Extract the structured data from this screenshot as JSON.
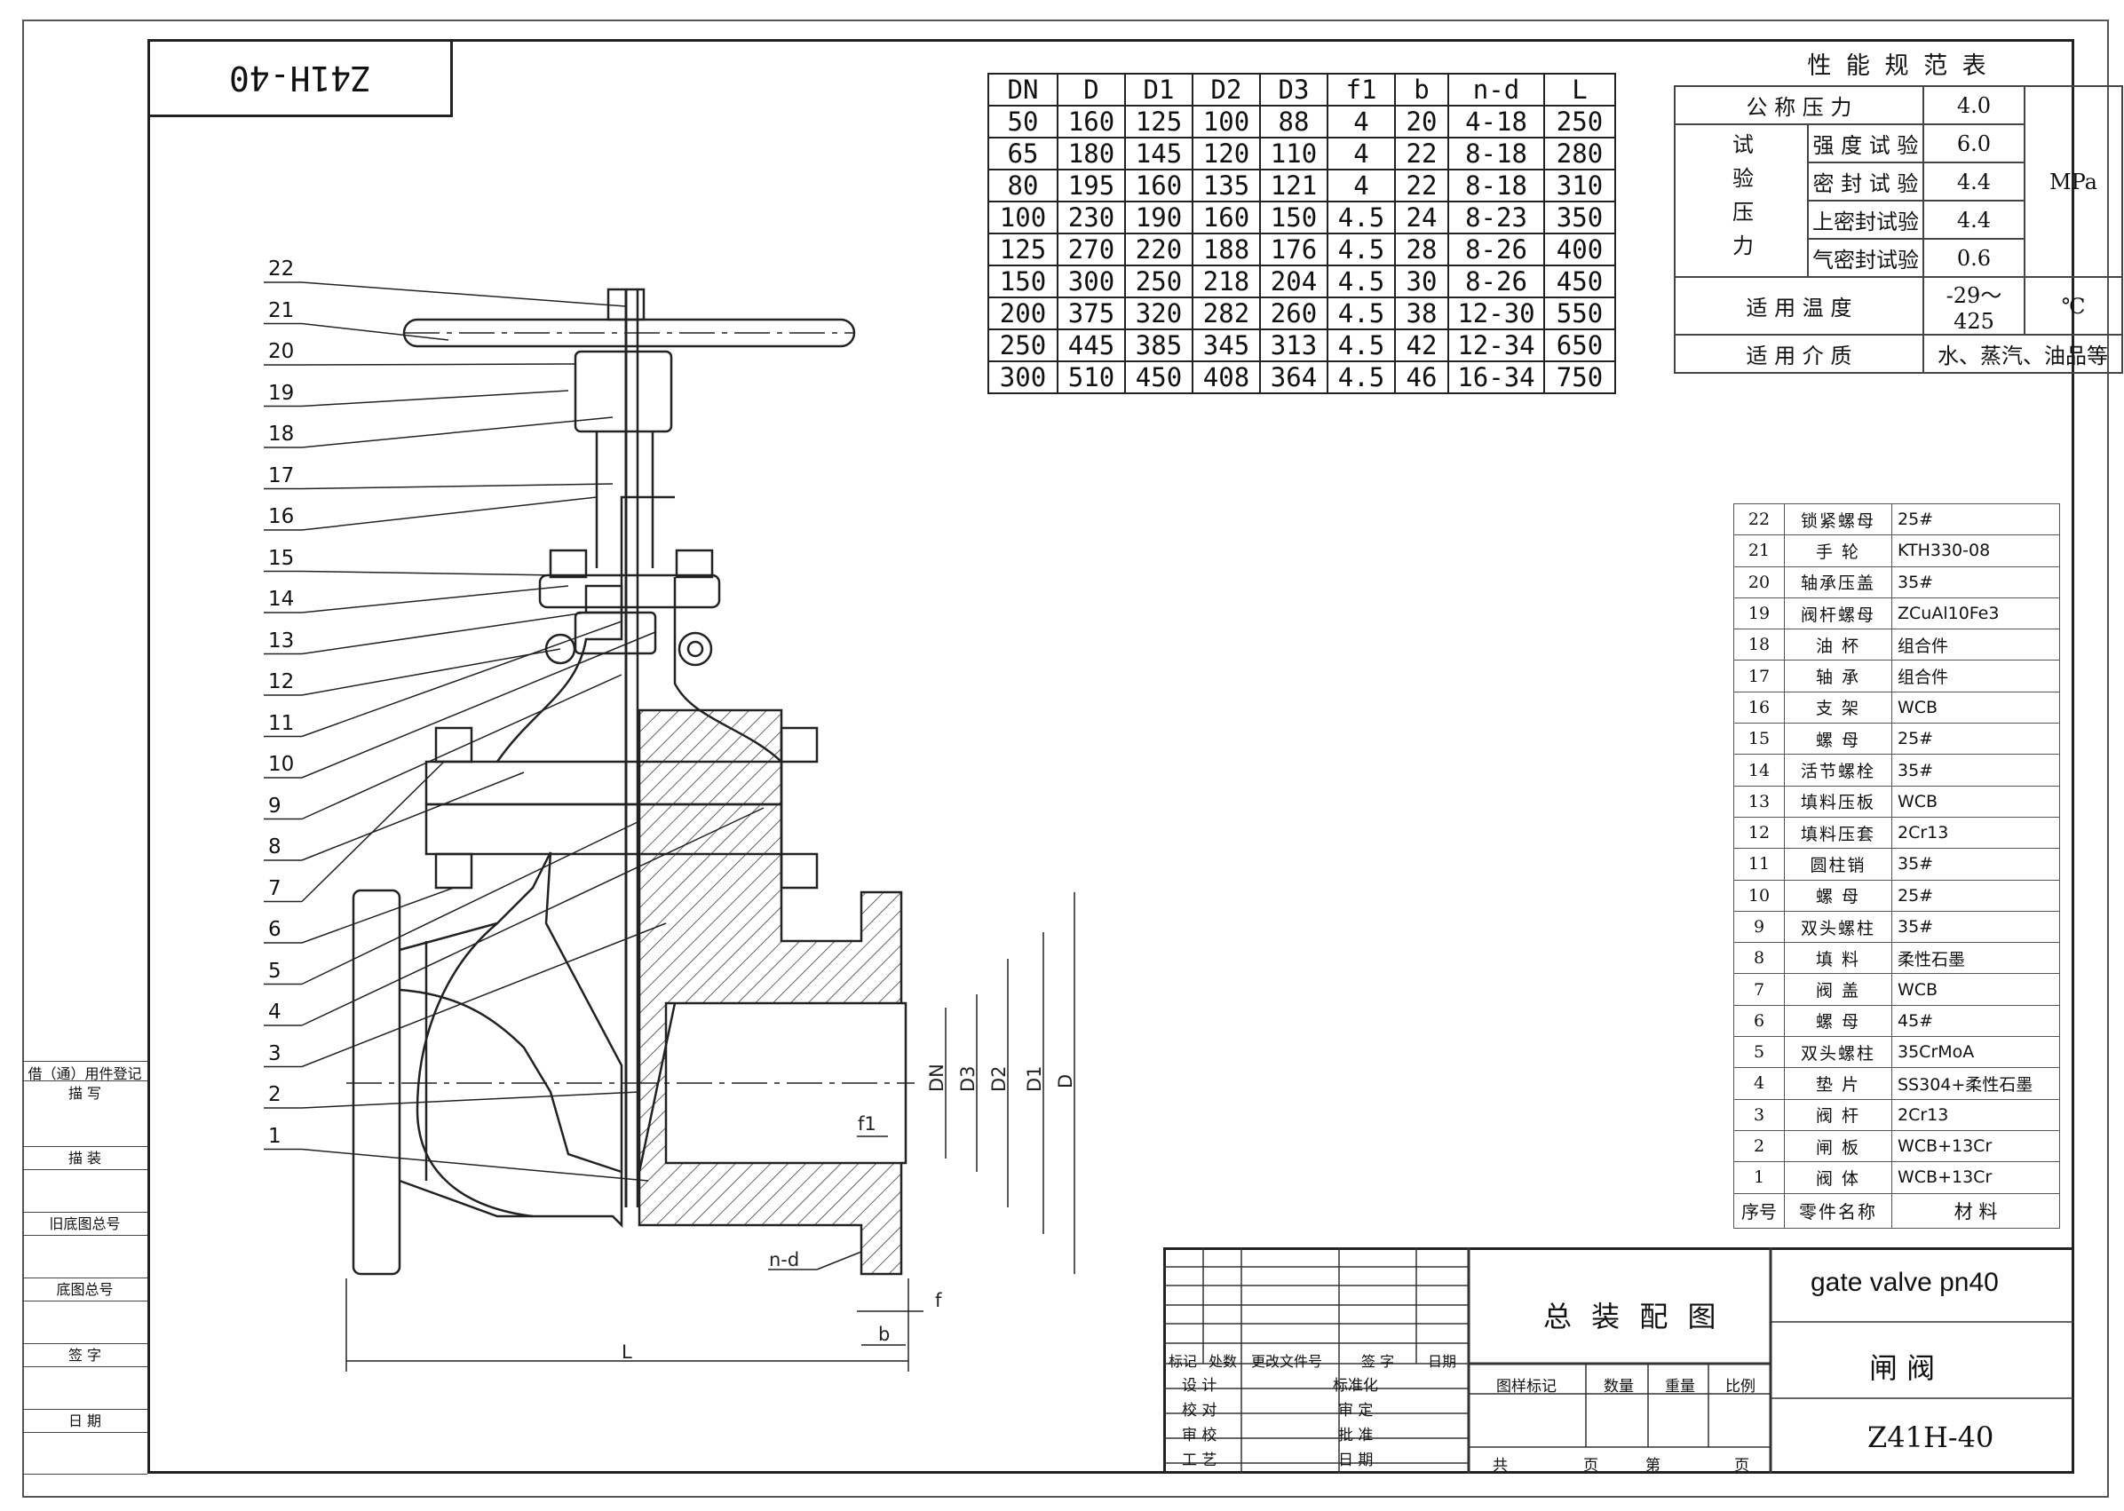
{
  "drawing_code": "Z41H-40",
  "dimension_table": {
    "headers": [
      "DN",
      "D",
      "D1",
      "D2",
      "D3",
      "f1",
      "b",
      "n-d",
      "L"
    ],
    "rows": [
      [
        "50",
        "160",
        "125",
        "100",
        "88",
        "4",
        "20",
        "4-18",
        "250"
      ],
      [
        "65",
        "180",
        "145",
        "120",
        "110",
        "4",
        "22",
        "8-18",
        "280"
      ],
      [
        "80",
        "195",
        "160",
        "135",
        "121",
        "4",
        "22",
        "8-18",
        "310"
      ],
      [
        "100",
        "230",
        "190",
        "160",
        "150",
        "4.5",
        "24",
        "8-23",
        "350"
      ],
      [
        "125",
        "270",
        "220",
        "188",
        "176",
        "4.5",
        "28",
        "8-26",
        "400"
      ],
      [
        "150",
        "300",
        "250",
        "218",
        "204",
        "4.5",
        "30",
        "8-26",
        "450"
      ],
      [
        "200",
        "375",
        "320",
        "282",
        "260",
        "4.5",
        "38",
        "12-30",
        "550"
      ],
      [
        "250",
        "445",
        "385",
        "345",
        "313",
        "4.5",
        "42",
        "12-34",
        "650"
      ],
      [
        "300",
        "510",
        "450",
        "408",
        "364",
        "4.5",
        "46",
        "16-34",
        "750"
      ]
    ]
  },
  "performance_table": {
    "title": "性 能 规 范 表",
    "nominal_pressure_label": "公 称 压 力",
    "nominal_pressure_value": "4.0",
    "test_pressure_label": "试验压力",
    "tests": [
      {
        "name": "强 度 试 验",
        "value": "6.0"
      },
      {
        "name": "密 封 试 验",
        "value": "4.4"
      },
      {
        "name": "上密封试验",
        "value": "4.4"
      },
      {
        "name": "气密封试验",
        "value": "0.6"
      }
    ],
    "unit": "MPa",
    "temp_label": "适 用 温 度",
    "temp_value": "-29～425",
    "temp_unit": "℃",
    "medium_label": "适 用 介 质",
    "medium_value": "水、蒸汽、油品等"
  },
  "bom": {
    "parts": [
      {
        "no": "22",
        "name": "锁紧螺母",
        "material": "25#"
      },
      {
        "no": "21",
        "name": "手  轮",
        "material": "KTH330-08"
      },
      {
        "no": "20",
        "name": "轴承压盖",
        "material": "35#"
      },
      {
        "no": "19",
        "name": "阀杆螺母",
        "material": "ZCuAl10Fe3"
      },
      {
        "no": "18",
        "name": "油  杯",
        "material": "组合件"
      },
      {
        "no": "17",
        "name": "轴  承",
        "material": "组合件"
      },
      {
        "no": "16",
        "name": "支  架",
        "material": "WCB"
      },
      {
        "no": "15",
        "name": "螺  母",
        "material": "25#"
      },
      {
        "no": "14",
        "name": "活节螺栓",
        "material": "35#"
      },
      {
        "no": "13",
        "name": "填料压板",
        "material": "WCB"
      },
      {
        "no": "12",
        "name": "填料压套",
        "material": "2Cr13"
      },
      {
        "no": "11",
        "name": "圆柱销",
        "material": "35#"
      },
      {
        "no": "10",
        "name": "螺  母",
        "material": "25#"
      },
      {
        "no": "9",
        "name": "双头螺柱",
        "material": "35#"
      },
      {
        "no": "8",
        "name": "填  料",
        "material": "柔性石墨"
      },
      {
        "no": "7",
        "name": "阀  盖",
        "material": "WCB"
      },
      {
        "no": "6",
        "name": "螺  母",
        "material": "45#"
      },
      {
        "no": "5",
        "name": "双头螺柱",
        "material": "35CrMoA"
      },
      {
        "no": "4",
        "name": "垫  片",
        "material": "SS304+柔性石墨"
      },
      {
        "no": "3",
        "name": "阀  杆",
        "material": "2Cr13"
      },
      {
        "no": "2",
        "name": "闸  板",
        "material": "WCB+13Cr"
      },
      {
        "no": "1",
        "name": "阀  体",
        "material": "WCB+13Cr"
      }
    ],
    "header_no": "序号",
    "header_name": "零件名称",
    "header_material": "材      料"
  },
  "registration_column": [
    "借（通）用件登记",
    "描    写",
    "描    装",
    "旧底图总号",
    "底图总号",
    "签    字",
    "日    期"
  ],
  "title_block": {
    "assembly_title": "总 装 配 图",
    "english_name": "gate valve pn40",
    "cn_name": "闸      阀",
    "model": "Z41H-40",
    "revision_headers": [
      "标记",
      "处数",
      "更改文件号",
      "签 字",
      "日期"
    ],
    "sign_left": [
      "设 计",
      "校 对",
      "审 校",
      "工 艺"
    ],
    "sign_right": [
      "标准化",
      "审 定",
      "批 准",
      "日 期"
    ],
    "mark_headers": [
      "图样标记",
      "数量",
      "重量",
      "比例"
    ],
    "sheet_total": "共",
    "sheet_unit1": "页",
    "sheet_no": "第",
    "sheet_unit2": "页"
  },
  "callouts": [
    "22",
    "21",
    "20",
    "19",
    "18",
    "17",
    "16",
    "15",
    "14",
    "13",
    "12",
    "11",
    "10",
    "9",
    "8",
    "7",
    "6",
    "5",
    "4",
    "3",
    "2",
    "1"
  ],
  "dimension_labels": {
    "dn": "DN",
    "d3": "D3",
    "d2": "D2",
    "d1": "D1",
    "d": "D",
    "f1": "f1",
    "nd": "n-d",
    "f": "f",
    "b": "b",
    "l": "L"
  }
}
